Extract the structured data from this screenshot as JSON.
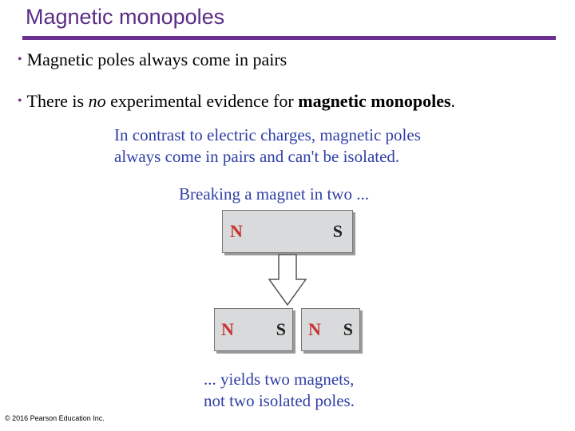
{
  "slide": {
    "title": "Magnetic monopoles",
    "bullets": [
      {
        "text": "Magnetic poles always come in pairs"
      },
      {
        "prefix": "There is ",
        "emph": "no",
        "mid": " experimental evidence for ",
        "strong": "magnetic monopoles",
        "suffix": "."
      }
    ]
  },
  "figure": {
    "caption_top": [
      "In contrast to electric charges, magnetic poles",
      "always come in pairs and can't be isolated."
    ],
    "caption_mid": "Breaking a magnet in two ...",
    "magnet_whole": {
      "north": "N",
      "south": "S"
    },
    "magnet_left": {
      "north": "N",
      "south": "S"
    },
    "magnet_right": {
      "north": "N",
      "south": "S"
    },
    "caption_bottom": [
      "... yields two magnets,",
      "not two isolated poles."
    ],
    "colors": {
      "caption": "#2f3fa6",
      "north_pole": "#c8322e",
      "magnet_fill": "#d9dadb",
      "accent": "#6a2f8f"
    }
  },
  "footer": {
    "copyright": "© 2016 Pearson Education Inc."
  }
}
